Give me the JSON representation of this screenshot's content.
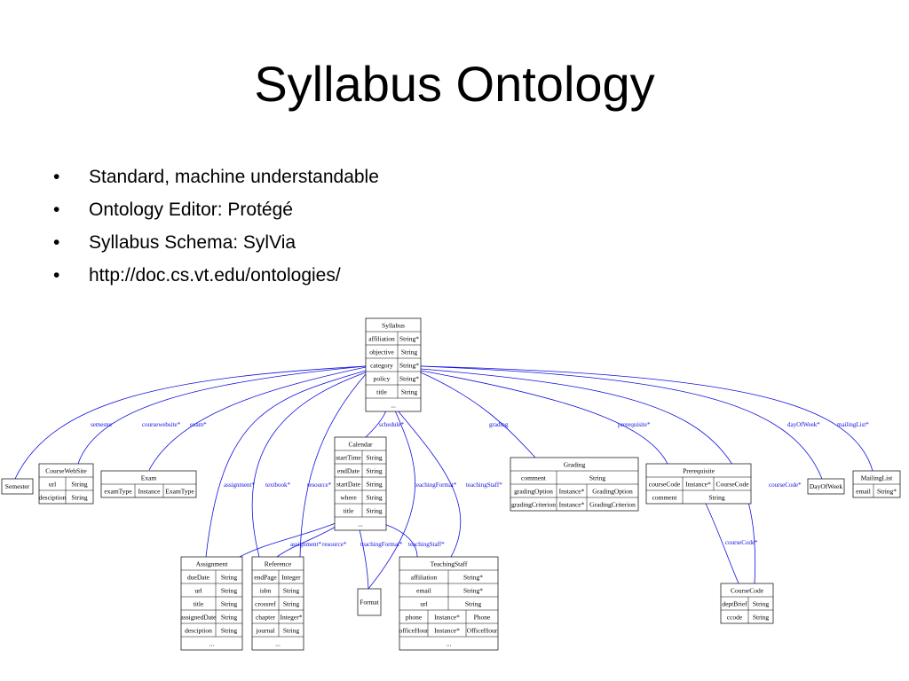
{
  "slide": {
    "title": "Syllabus Ontology",
    "bullet_symbol": "•",
    "bullets": [
      "Standard, machine understandable",
      "Ontology Editor: Protégé",
      "Syllabus Schema: SylVia",
      "http://doc.cs.vt.edu/ontologies/"
    ]
  },
  "diagram": {
    "colors": {
      "edge": "#1010e0",
      "node_border": "#000000"
    },
    "nodes": [
      {
        "id": "syllabus",
        "title": "Syllabus",
        "rows": [
          [
            "affiliation",
            "String*"
          ],
          [
            "objective",
            "String"
          ],
          [
            "category",
            "String*"
          ],
          [
            "policy",
            "String*"
          ],
          [
            "title",
            "String"
          ],
          [
            "..."
          ]
        ]
      },
      {
        "id": "semester",
        "title": "Semester",
        "rows": []
      },
      {
        "id": "coursewebsite",
        "title": "CourseWebSite",
        "rows": [
          [
            "url",
            "String"
          ],
          [
            "desciption",
            "String"
          ]
        ]
      },
      {
        "id": "exam",
        "title": "Exam",
        "rows": [
          [
            "examType",
            "Instance",
            "ExamType"
          ]
        ]
      },
      {
        "id": "calendar",
        "title": "Calendar",
        "rows": [
          [
            "startTime",
            "String"
          ],
          [
            "endDate",
            "String"
          ],
          [
            "startDate",
            "String"
          ],
          [
            "where",
            "String"
          ],
          [
            "title",
            "String"
          ],
          [
            "..."
          ]
        ]
      },
      {
        "id": "grading",
        "title": "Grading",
        "rows": [
          [
            "comment",
            "String"
          ],
          [
            "gradingOption",
            "Instance*",
            "GradingOption"
          ],
          [
            "gradingCriterion",
            "Instance*",
            "GradingCriterion"
          ]
        ]
      },
      {
        "id": "prerequisite",
        "title": "Prerequisite",
        "rows": [
          [
            "courseCode",
            "Instance*",
            "CourseCode"
          ],
          [
            "comment",
            "String"
          ]
        ]
      },
      {
        "id": "dayofweek",
        "title": "DayOfWeek",
        "rows": []
      },
      {
        "id": "mailinglist",
        "title": "MailingList",
        "rows": [
          [
            "email",
            "String*"
          ]
        ]
      },
      {
        "id": "assignment",
        "title": "Assignment",
        "rows": [
          [
            "dueDate",
            "String"
          ],
          [
            "url",
            "String"
          ],
          [
            "title",
            "String"
          ],
          [
            "assignedDate",
            "String"
          ],
          [
            "desciption",
            "String"
          ],
          [
            "..."
          ]
        ]
      },
      {
        "id": "reference",
        "title": "Reference",
        "rows": [
          [
            "endPage",
            "Integer"
          ],
          [
            "isbn",
            "String"
          ],
          [
            "crossref",
            "String"
          ],
          [
            "chapter",
            "Integer*"
          ],
          [
            "journal",
            "String"
          ],
          [
            "..."
          ]
        ]
      },
      {
        "id": "format",
        "title": "Format",
        "rows": []
      },
      {
        "id": "teachingstaff",
        "title": "TeachingStaff",
        "rows": [
          [
            "affiliation",
            "String*"
          ],
          [
            "email",
            "String*"
          ],
          [
            "url",
            "String"
          ],
          [
            "phone",
            "Instance*",
            "Phone"
          ],
          [
            "officeHour",
            "Instance*",
            "OfficeHour"
          ],
          [
            "..."
          ]
        ]
      },
      {
        "id": "coursecode",
        "title": "CourseCode",
        "rows": [
          [
            "deptBrief",
            "String"
          ],
          [
            "ccode",
            "String"
          ]
        ]
      }
    ],
    "edge_labels": {
      "semester": "semester",
      "coursewebsite": "coursewebsite*",
      "exam": "exam*",
      "schedule": "schedule*",
      "grading": "grading",
      "prerequisite": "prerequisite*",
      "dayofweek": "dayOfWeek*",
      "mailinglist": "mailingList*",
      "assignment": "assignment*",
      "textbook": "textbook*",
      "resource": "resource*",
      "teachingformat": "teachingFormat*",
      "teachingstaff": "teachingStaff*",
      "coursecode": "courseCode*",
      "prereq_coursecode": "courseCode*",
      "cal_assignment": "assignment*",
      "cal_resource": "resource*",
      "cal_teachingformat": "teachingFormat*",
      "cal_teachingstaff": "teachingStaff*"
    }
  }
}
